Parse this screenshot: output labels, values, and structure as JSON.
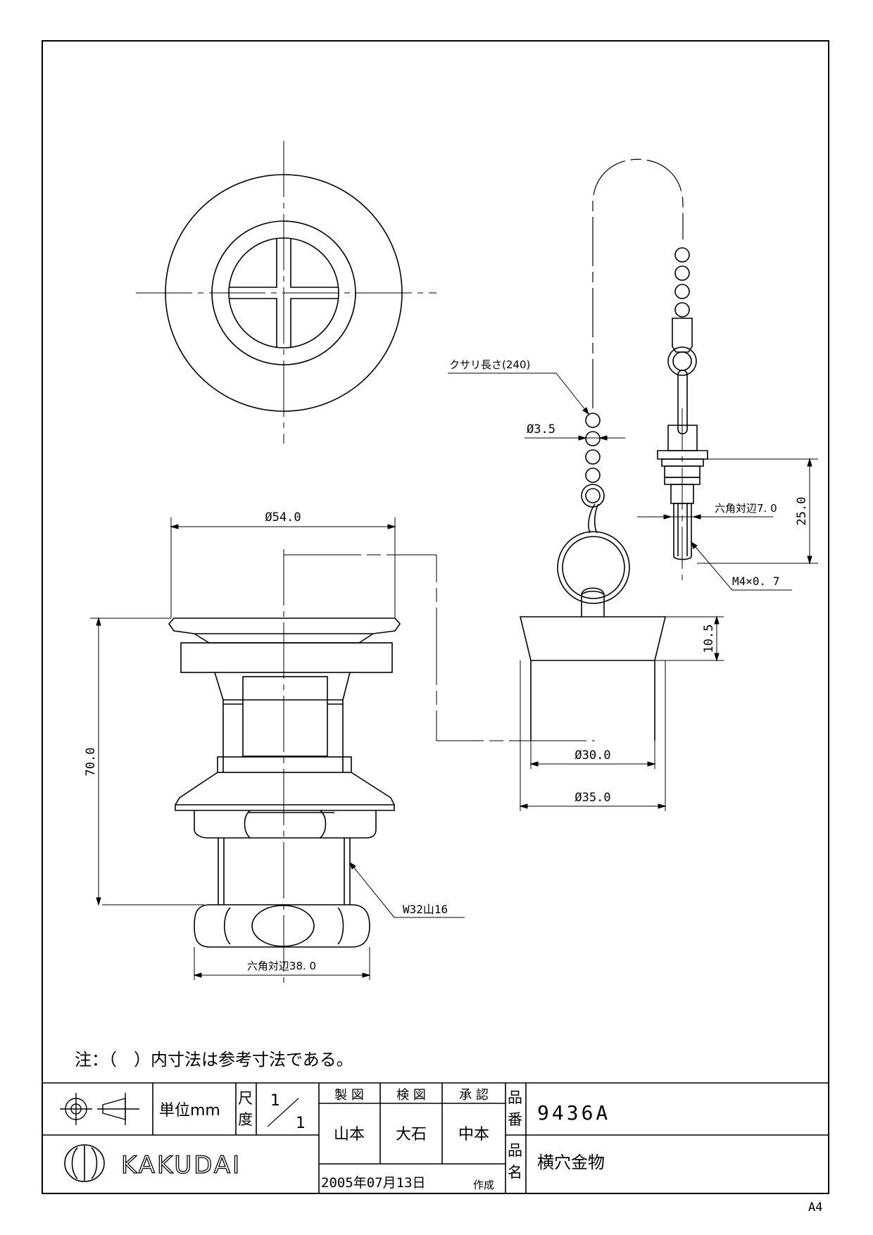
{
  "drawing": {
    "dimensions": {
      "dia54": "Ø54.0",
      "height70": "70.0",
      "hex38": "六角対辺38. 0",
      "thread": "W32山16",
      "chain_length": "クサリ長さ(240)",
      "dia3_5": "Ø3.5",
      "hex7": "六角対辺7. 0",
      "len25": "25.0",
      "screw": "M4×0. 7",
      "h10_5": "10.5",
      "dia30": "Ø30.0",
      "dia35": "Ø35.0"
    },
    "note": "注：（　）内寸法は参考寸法である。"
  },
  "title_block": {
    "unit_label": "単位mm",
    "scale_label_1": "尺",
    "scale_label_2": "度",
    "scale_num": "1",
    "scale_den": "1",
    "made_label": "製 図",
    "checked_label": "検 図",
    "approved_label": "承 認",
    "made_by": "山本",
    "checked_by": "大石",
    "approved_by": "中本",
    "date": "2005年07月13日",
    "created_label": "作成",
    "part_no_label_1": "品",
    "part_no_label_2": "番",
    "part_no": "9436A",
    "part_name_label_1": "品",
    "part_name_label_2": "名",
    "part_name": "横穴金物",
    "company": "KAKUDAI",
    "paper_size": "A4"
  }
}
